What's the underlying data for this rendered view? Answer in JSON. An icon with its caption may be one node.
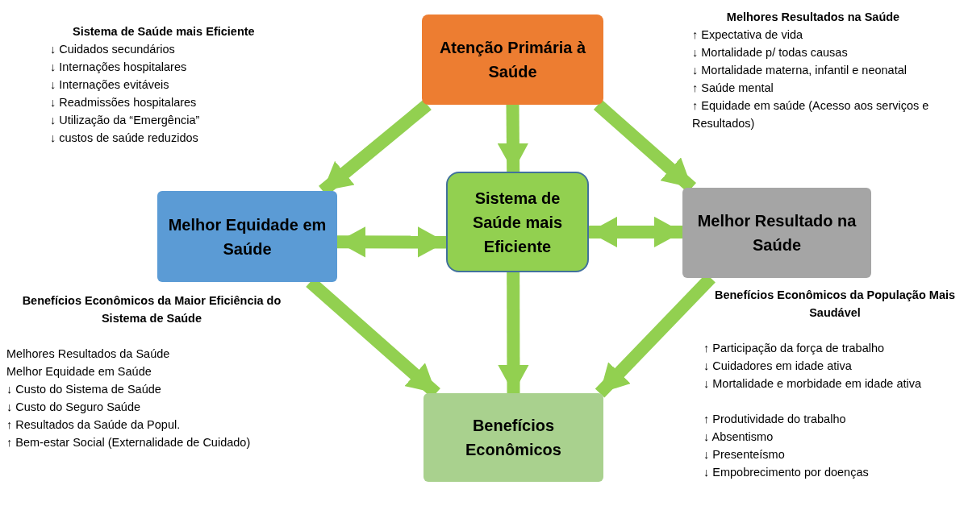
{
  "diagram": {
    "nodes": [
      {
        "text": [
          "Atenção Primária à Saúde"
        ]
      },
      {
        "text": [
          "Melhor Equidade em Saúde"
        ]
      },
      {
        "text": [
          "Sistema de Saúde mais Eficiente"
        ]
      },
      {
        "text": [
          "Melhor Resultado na Saúde"
        ]
      },
      {
        "text": [
          "Benefícios Econômicos"
        ]
      }
    ],
    "edges": [
      {
        "from": 0,
        "to": 1,
        "arrow": "to"
      },
      {
        "from": 0,
        "to": 2,
        "arrow": "to"
      },
      {
        "from": 0,
        "to": 3,
        "arrow": "to"
      },
      {
        "from": 1,
        "to": 2,
        "arrow": "both"
      },
      {
        "from": 2,
        "to": 3,
        "arrow": "both"
      },
      {
        "from": 1,
        "to": 4,
        "arrow": "to"
      },
      {
        "from": 2,
        "to": 4,
        "arrow": "to"
      },
      {
        "from": 3,
        "to": 4,
        "arrow": "to"
      }
    ],
    "labels": [
      "Sistema de Saúde mais Eficiente",
      "↓ Cuidados secundários",
      "↓ Internações hospitalares",
      "↓ Internações evitáveis",
      "↓ Readmissões hospitalares",
      "↓ Utilização da “Emergência”",
      "↓ custos de saúde reduzidos",
      "Melhores Resultados na Saúde",
      "↑ Expectativa de vida",
      "↓ Mortalidade p/ todas causas",
      "↓ Mortalidade materna, infantil e neonatal",
      "↑ Saúde mental",
      "↑ Equidade em saúde (Acesso aos serviços e Resultados)",
      "Benefícios Econômicos da Maior Eficiência do Sistema de Saúde",
      "Melhores Resultados da Saúde",
      "Melhor Equidade em Saúde",
      "↓ Custo do Sistema de Saúde",
      "↓ Custo do Seguro Saúde",
      "↑ Resultados da Saúde da Popul.",
      "↑ Bem-estar Social (Externalidade de Cuidado)",
      "Benefícios Econômicos da População Mais Saudável",
      "↑ Participação da força de trabalho",
      "↓ Cuidadores em idade ativa",
      "↓ Mortalidade e morbidade em idade ativa",
      "↑ Produtividade do trabalho",
      "↓ Absentismo",
      "↓ Presenteísmo",
      "↓ Empobrecimento por doenças"
    ]
  }
}
